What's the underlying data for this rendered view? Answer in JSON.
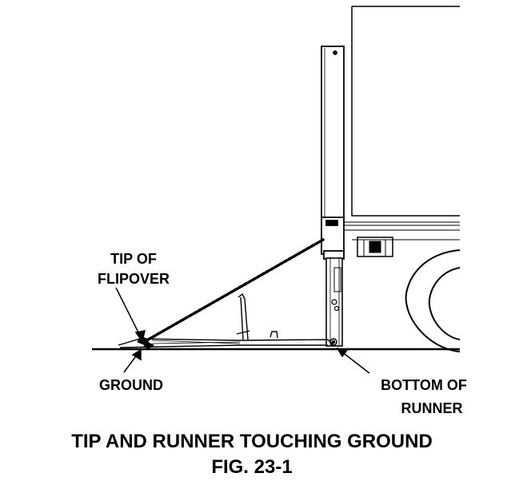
{
  "callouts": {
    "tip_of_flipover_line1": "TIP OF",
    "tip_of_flipover_line2": "FLIPOVER",
    "ground": "GROUND",
    "bottom_of_runner_line1": "BOTTOM OF",
    "bottom_of_runner_line2": "RUNNER"
  },
  "caption": {
    "title": "TIP AND RUNNER TOUCHING GROUND",
    "figure_number": "FIG. 23-1"
  }
}
